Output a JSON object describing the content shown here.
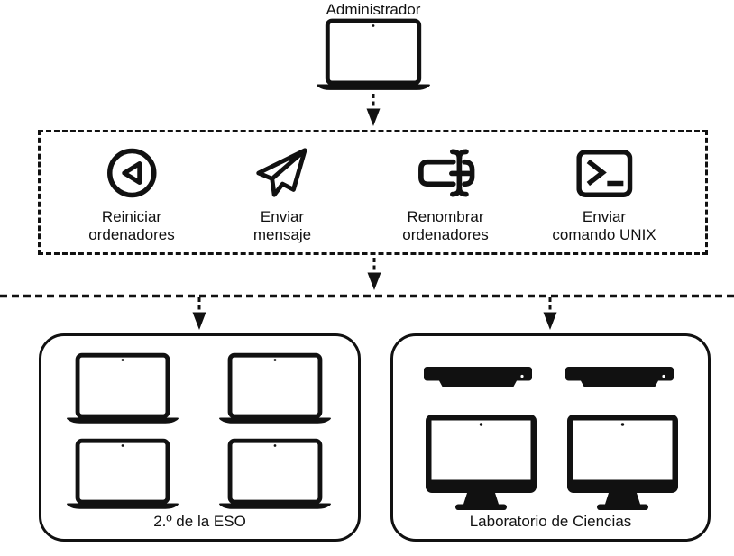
{
  "diagram": {
    "background": "#ffffff",
    "ink": "#111111",
    "admin": {
      "label": "Administrador",
      "icon": "laptop-icon"
    },
    "command_palette": {
      "commands": [
        {
          "icon": "restart-icon",
          "line1": "Reiniciar",
          "line2": "ordenadores"
        },
        {
          "icon": "paper-plane-icon",
          "line1": "Enviar",
          "line2": "mensaje"
        },
        {
          "icon": "rename-icon",
          "line1": "Renombrar",
          "line2": "ordenadores"
        },
        {
          "icon": "terminal-icon",
          "line1": "Enviar",
          "line2": "comando UNIX"
        }
      ]
    },
    "rooms": [
      {
        "label": "2.º de la ESO",
        "device_icons": [
          "laptop-icon",
          "laptop-icon",
          "laptop-icon",
          "laptop-icon"
        ]
      },
      {
        "label": "Laboratorio de Ciencias",
        "device_icons": [
          "mac-mini-icon",
          "mac-mini-icon",
          "imac-icon",
          "imac-icon"
        ]
      }
    ]
  }
}
